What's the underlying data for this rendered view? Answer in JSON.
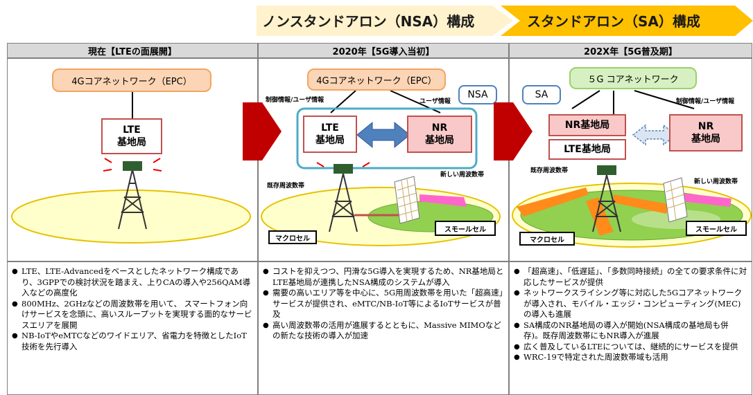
{
  "banner": {
    "nsa_label": "ノンスタンドアロン（NSA）構成",
    "sa_label": "スタンドアロン（SA）構成"
  },
  "columns": [
    {
      "header": "現在【LTEの面展開】",
      "core": "4Gコアネットワーク（EPC）",
      "base_station": "LTE\n基地局",
      "bullets": [
        "LTE、LTE-Advancedをベースとしたネットワーク構成であり、3GPPでの検討状況を踏まえ、上りCAの導入や256QAM導入などの高度化",
        "800MHz、2GHzなどの周波数帯を用いて、 スマートフォン向けサービスを念頭に、高いスループットを実現する面的なサービスエリアを展開",
        "NB-IoTやeMTCなどのワイドエリア、省電力を特徴としたIoT技術を先行導入"
      ]
    },
    {
      "header": "2020年【5G導入当初】",
      "core": "4Gコアネットワーク（EPC）",
      "callout": "NSA",
      "label_left": "制御情報/ユーザ情報",
      "label_right": "ユーザ情報",
      "lte_station": "LTE\n基地局",
      "nr_station": "NR\n基地局",
      "existing_band": "既存周波数帯",
      "new_band": "新しい周波数帯",
      "macro_cell": "マクロセル",
      "small_cell": "スモールセル",
      "bullets": [
        "コストを抑えつつ、円滑な5G導入を実現するため、NR基地局とLTE基地局が連携したNSA構成のシステムが導入",
        "需要の高いエリア等を中心に、5G用周波数帯を用いた「超高速」サービスが提供され、eMTC/NB-IoT等によるIoTサービスが普及",
        "高い周波数帯の活用が進展するとともに、Massive MIMOなどの新たな技術の導入が加速"
      ]
    },
    {
      "header": "202X年【5G普及期】",
      "core": "５G コアネットワーク",
      "callout": "SA",
      "label_right": "制御情報/ユーザ情報",
      "nr_station_left": "NR基地局",
      "lte_station": "LTE基地局",
      "nr_station_right": "NR\n基地局",
      "existing_band": "既存周波数帯",
      "new_band": "新しい周波数帯",
      "macro_cell": "マクロセル",
      "small_cell": "スモールセル",
      "bullets": [
        "「超高速」、「低遅延」、「多数同時接続」の全ての要求条件に対応したサービスが提供",
        "ネットワークスライシング等に対応した5Gコアネットワークが導入され、モバイル・エッジ・コンピューティング(MEC)の導入も進展",
        "SA構成のNR基地局の導入が開始(NSA構成の基地局も併存)。既存周波数帯にもNR導入が進展",
        "広く普及しているLTEについては、継続的にサービスを提供",
        "WRC-19で特定された周波数帯域も活用"
      ]
    }
  ],
  "colors": {
    "banner_nsa": "#fff2cc",
    "banner_sa": "#ffc000",
    "arrow": "#c00000",
    "ellipse_yellow": "#ffffcc",
    "ellipse_green": "#92d050",
    "beam_orange": "#ff8c1a"
  }
}
